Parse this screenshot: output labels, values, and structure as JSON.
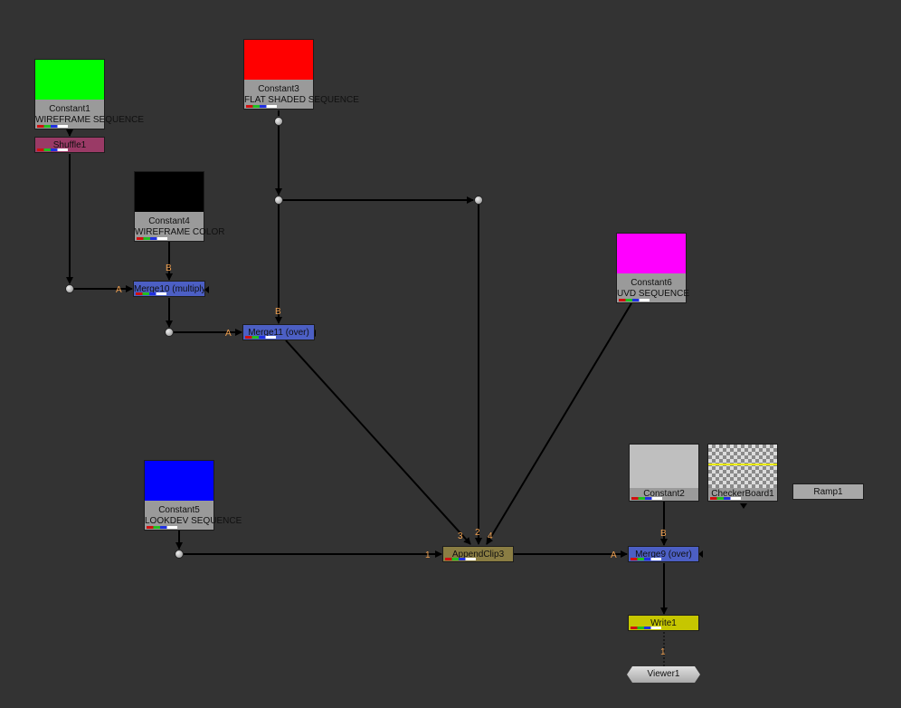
{
  "nodes": {
    "constant1": {
      "label": "Constant1",
      "sublabel": "WIREFRAME SEQUENCE",
      "color": "#00ff00"
    },
    "shuffle1": {
      "label": "Shuffle1"
    },
    "constant3": {
      "label": "Constant3",
      "sublabel": "FLAT SHADED SEQUENCE",
      "color": "#ff0000"
    },
    "constant4": {
      "label": "Constant4",
      "sublabel": "WIREFRAME COLOR",
      "color": "#000000"
    },
    "merge10": {
      "label": "Merge10 (multiply)"
    },
    "merge11": {
      "label": "Merge11 (over)"
    },
    "constant6": {
      "label": "Constant6",
      "sublabel": "UVD SEQUENCE",
      "color": "#ff00ff"
    },
    "constant5": {
      "label": "Constant5",
      "sublabel": "LOOKDEV SEQUENCE",
      "color": "#0000ff"
    },
    "appendclip3": {
      "label": "AppendClip3"
    },
    "constant2": {
      "label": "Constant2",
      "color": "#bfbfbf"
    },
    "checkerboard1": {
      "label": "CheckerBoard1"
    },
    "ramp1": {
      "label": "Ramp1"
    },
    "merge9": {
      "label": "Merge9 (over)"
    },
    "write1": {
      "label": "Write1"
    },
    "viewer1": {
      "label": "Viewer1"
    }
  },
  "inputs": {
    "merge10_a": "A",
    "merge10_b": "B",
    "merge11_a": "A",
    "merge11_b": "B",
    "append_1": "1",
    "append_2": "2",
    "append_3": "3",
    "append_4": "4",
    "merge9_a": "A",
    "merge9_b": "B",
    "viewer_1": "1"
  }
}
